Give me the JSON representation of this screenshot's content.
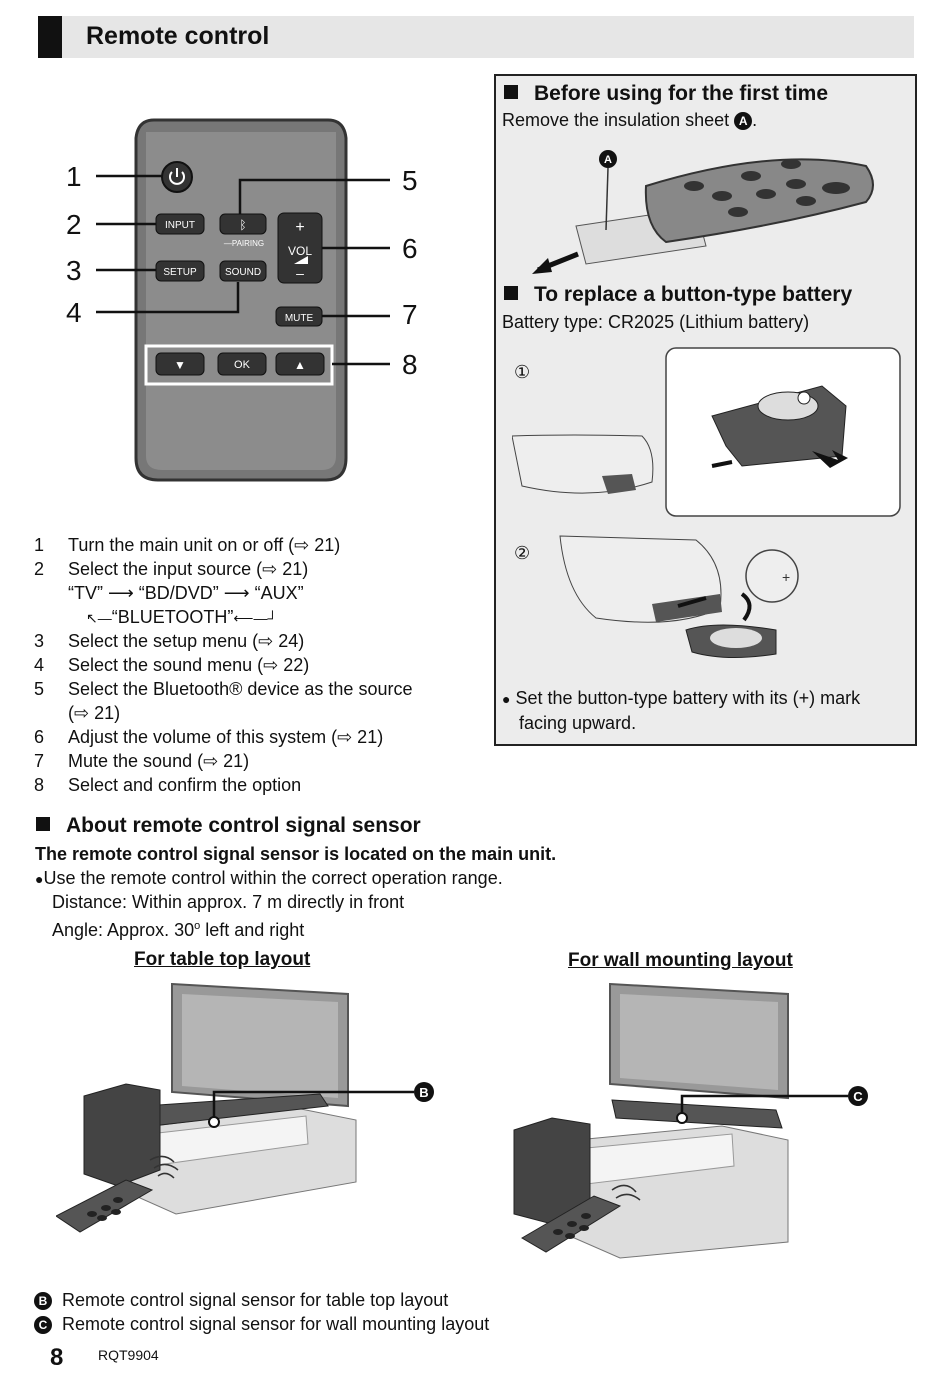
{
  "header": {
    "title": "Remote control"
  },
  "remote": {
    "buttons": {
      "input": "INPUT",
      "setup": "SETUP",
      "sound": "SOUND",
      "pairing": "—PAIRING",
      "vol": "VOL",
      "plus": "+",
      "minus": "–",
      "mute": "MUTE",
      "ok": "OK",
      "down": "▼",
      "up": "▲"
    },
    "callouts": [
      "1",
      "2",
      "3",
      "4",
      "5",
      "6",
      "7",
      "8"
    ]
  },
  "functions": {
    "items": [
      {
        "num": "1",
        "text": "Turn the main unit on or off (⇨ 21)"
      },
      {
        "num": "2",
        "text": "Select the input source (⇨ 21)"
      },
      {
        "num": "3",
        "text": "Select the setup menu (⇨ 24)"
      },
      {
        "num": "4",
        "text": "Select the sound menu (⇨ 22)"
      },
      {
        "num": "5",
        "text": "Select the Bluetooth® device as the source"
      },
      {
        "num": "6",
        "text": "Adjust the volume of this system (⇨ 21)"
      },
      {
        "num": "7",
        "text": "Mute the sound (⇨ 21)"
      },
      {
        "num": "8",
        "text": "Select and confirm the option"
      }
    ],
    "input_cycle_line1": "“TV” ⟶ “BD/DVD” ⟶ “AUX”",
    "input_cycle_line2": "“BLUETOOTH”",
    "item5_cont": "(⇨ 21)"
  },
  "first_time": {
    "heading": "Before using for the first time",
    "text": "Remove the insulation sheet",
    "marker": "A"
  },
  "battery": {
    "heading": "To replace a button-type battery",
    "type": "Battery type: CR2025 (Lithium battery)",
    "step1": "①",
    "step2": "②",
    "note_line1": "Set the button-type battery with its (+) mark",
    "note_line2": "facing upward."
  },
  "sensor": {
    "heading": "About remote control signal sensor",
    "bold_line": "The remote control signal sensor is located on the main unit.",
    "bullet": "Use the remote control within the correct operation range.",
    "distance": "Distance: Within approx. 7 m directly in front",
    "angle_prefix": "Angle: Approx. 30",
    "angle_deg": "o",
    "angle_suffix": " left and right",
    "table_top_title": "For table top layout",
    "wall_title": "For wall mounting layout",
    "marker_b": "B",
    "marker_c": "C",
    "legend_b": "Remote control signal sensor for table top layout",
    "legend_c": "Remote control signal sensor for wall mounting layout"
  },
  "footer": {
    "page": "8",
    "code": "RQT9904"
  }
}
